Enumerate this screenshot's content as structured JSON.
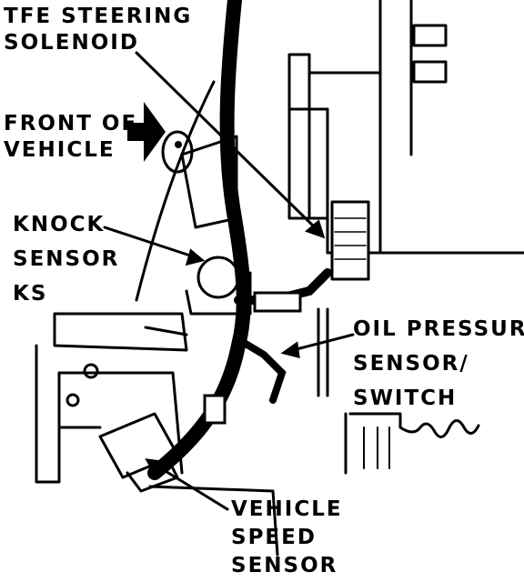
{
  "labels": {
    "tfe_steering_solenoid": [
      "TFE STEERING",
      "SOLENOID"
    ],
    "front_of_vehicle": [
      "FRONT OF",
      "VEHICLE"
    ],
    "knock_sensor": [
      "KNOCK",
      "SENSOR",
      "KS"
    ],
    "oil_pressure_sensor": [
      "OIL PRESSURE",
      "SENSOR/",
      "SWITCH"
    ],
    "vehicle_speed_sensor": [
      "VEHICLE",
      "SPEED",
      "SENSOR"
    ]
  },
  "colors": {
    "ink": "#000000",
    "paper": "#ffffff"
  }
}
